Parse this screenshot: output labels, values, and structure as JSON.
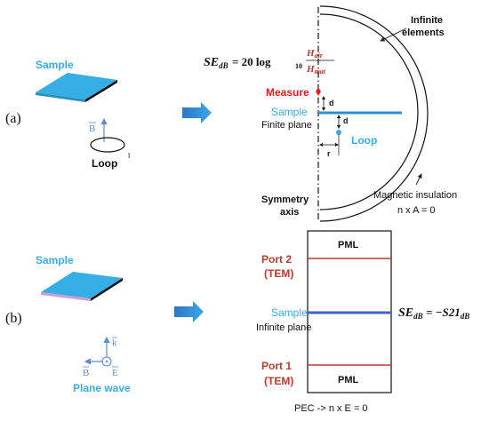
{
  "panel_a": {
    "label": "(a)",
    "sample_label": "Sample",
    "b_label": "B",
    "loop_label": "Loop",
    "current_label": "I",
    "formula": {
      "lhs_main": "SE",
      "lhs_sub": "dB",
      "eq": " = 20 log",
      "log_sub": "10",
      "num_main": "H",
      "num_sub": "air",
      "den_main": "H",
      "den_sub": "mat"
    },
    "measure_label": "Measure",
    "d_label_1": "d",
    "d_label_2": "d",
    "r_label": "r",
    "sample_right_label": "Sample",
    "finite_plane_label": "Finite plane",
    "loop_right_label": "Loop",
    "infinite_elements_label_1": "Infinite",
    "infinite_elements_label_2": "elements",
    "symmetry_label_1": "Symmetry",
    "symmetry_label_2": "axis",
    "mag_insulation_label": "Magnetic insulation",
    "mag_insulation_eq": "n x A = 0"
  },
  "panel_b": {
    "label": "(b)",
    "sample_label": "Sample",
    "k_label": "k",
    "b_label": "B",
    "e_label": "E",
    "plane_wave_label": "Plane wave",
    "pml_top": "PML",
    "pml_bottom": "PML",
    "port2_label_1": "Port 2",
    "port2_label_2": "(TEM)",
    "port1_label_1": "Port 1",
    "port1_label_2": "(TEM)",
    "sample_right_label": "Sample",
    "infinite_plane_label": "Infinite plane",
    "formula": {
      "lhs_main": "SE",
      "lhs_sub": "dB",
      "rhs": " = −S21",
      "rhs_sub": "dB"
    },
    "pec_label": "PEC -> n x E = 0"
  },
  "colors": {
    "sample_blue": "#35aee6",
    "label_blue": "#35aee6",
    "measure_red": "#e02020",
    "port_red": "#c0392b",
    "arrow_blue": "#2f86d3",
    "line_blue": "#2e8fd1",
    "dark": "#222222"
  }
}
